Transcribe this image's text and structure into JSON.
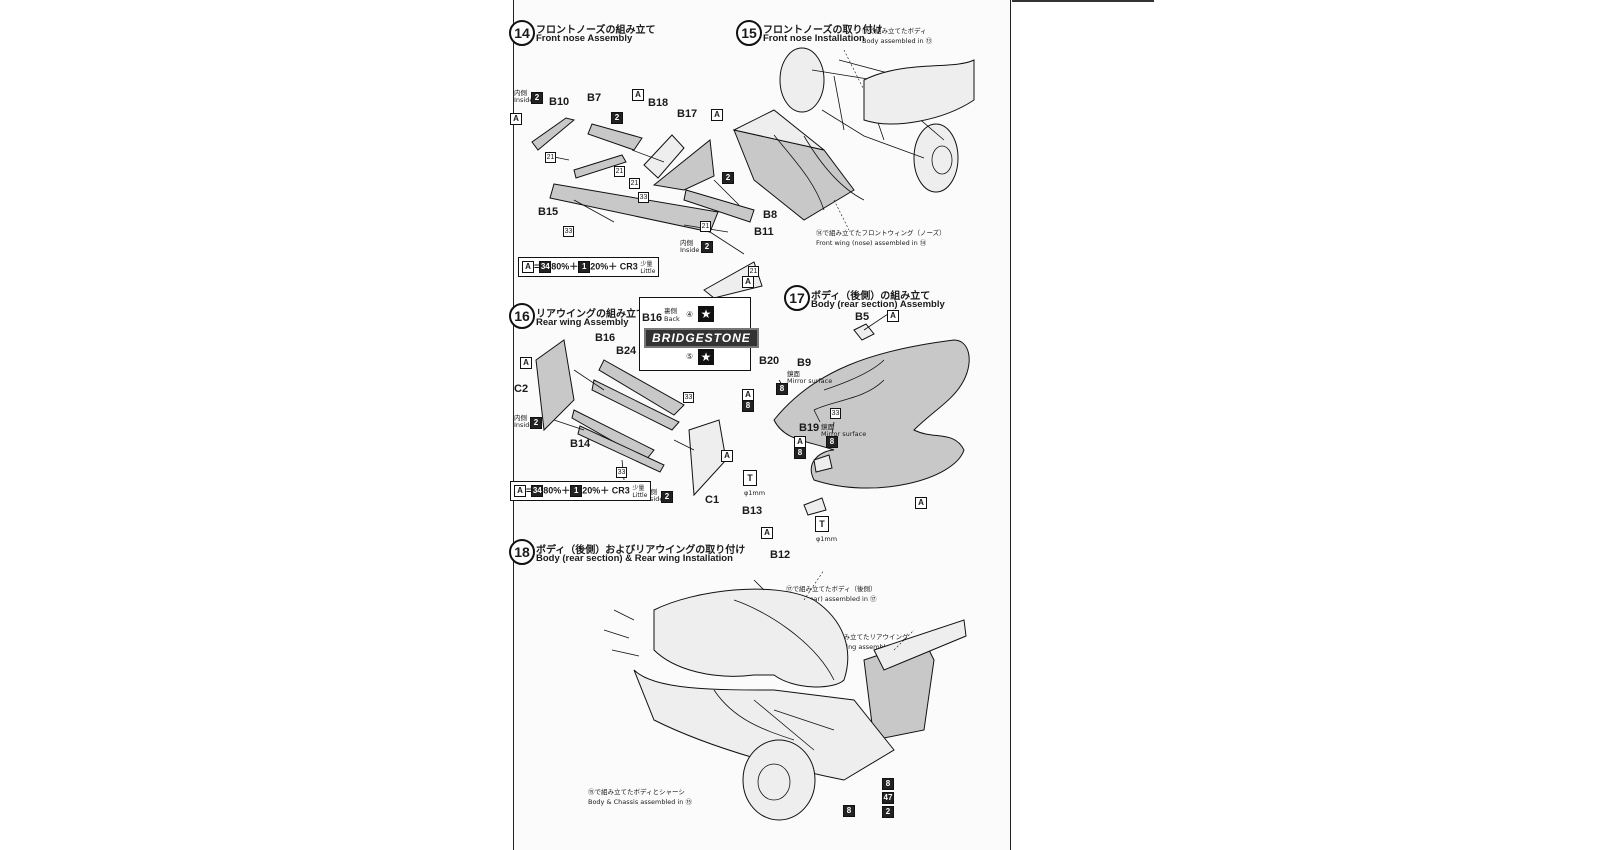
{
  "steps": {
    "s14": {
      "num": "14",
      "title_jp": "フロントノーズの組み立て",
      "title_en": "Front nose Assembly",
      "parts": [
        "B10",
        "B7",
        "B18",
        "B17",
        "B15",
        "B8",
        "B11"
      ],
      "inside_jp": "内側",
      "inside_en": "Inside",
      "paint": {
        "a": "A",
        "eq": "=",
        "c1": "34",
        "p1": "80%＋",
        "c2": "1",
        "p2": "20%＋ CR3",
        "little_jp": "少量",
        "little_en": "Little"
      }
    },
    "s15": {
      "num": "15",
      "title_jp": "フロントノーズの取り付け",
      "title_en": "Front nose Installation",
      "callout_body_jp": "⑬で組み立てたボディ",
      "callout_body_en": "Body assembled in ⑬",
      "callout_wing_jp": "⑭で組み立てたフロントウィング（ノーズ）",
      "callout_wing_en": "Front wing (nose) assembled in ⑭"
    },
    "s16": {
      "num": "16",
      "title_jp": "リアウイングの組み立て",
      "title_en": "Rear wing Assembly",
      "parts": [
        "B16",
        "B24",
        "C2",
        "B14",
        "C1"
      ],
      "decal_label": "B16",
      "back_jp": "裏側",
      "back_en": "Back",
      "decal_a": "④",
      "decal_b": "⑤",
      "brand": "BRIDGESTONE",
      "inside_jp": "内側",
      "inside_en": "Inside",
      "paint": {
        "a": "A",
        "eq": "=",
        "c1": "34",
        "p1": "80%＋",
        "c2": "1",
        "p2": "20%＋ CR3",
        "little_jp": "少量",
        "little_en": "Little"
      }
    },
    "s17": {
      "num": "17",
      "title_jp": "ボディ（後側）の組み立て",
      "title_en": "Body (rear section) Assembly",
      "parts": [
        "B5",
        "B20",
        "B9",
        "B19",
        "B13",
        "B12"
      ],
      "mirror_jp": "鏡面",
      "mirror_en": "Mirror surface",
      "drill": "φ1mm"
    },
    "s18": {
      "num": "18",
      "title_jp": "ボディ（後側）およびリアウイングの取り付け",
      "title_en": "Body (rear section) & Rear wing Installation",
      "callout_body_jp": "⑰で組み立てたボディ（後側）",
      "callout_body_en": "Body (rear) assembled in ⑰",
      "callout_wing_jp": "⑯で組み立てたリアウイング",
      "callout_wing_en": "Rear wing assembled in ⑯",
      "callout_chassis_jp": "⑮で組み立てたボディとシャーシ",
      "callout_chassis_en": "Body & Chassis assembled in ⑮"
    }
  },
  "codes": {
    "c2": "2",
    "c8": "8",
    "c21": "21",
    "c33": "33",
    "c47": "47",
    "a": "A"
  }
}
